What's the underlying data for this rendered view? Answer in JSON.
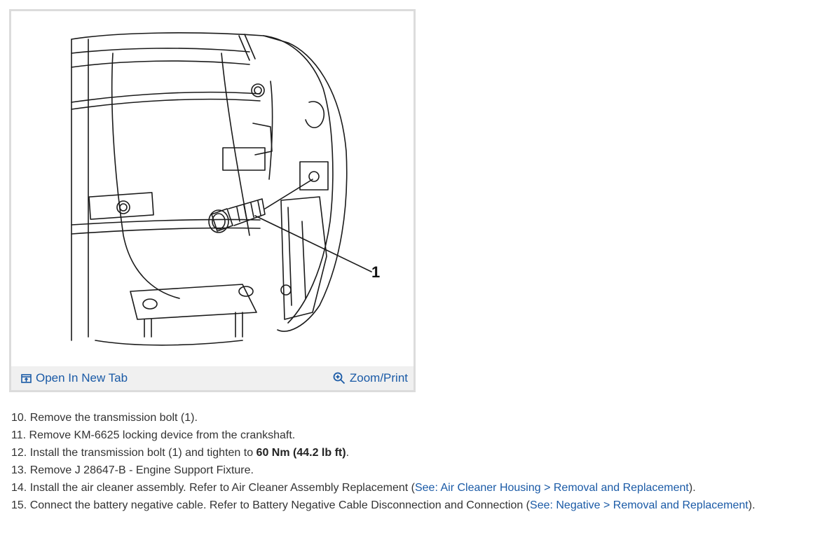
{
  "figure": {
    "callout_label": "1",
    "open_tab_label": "Open In New Tab",
    "zoom_label": "Zoom/Print",
    "icons": {
      "open_tab": "open-new-tab-icon",
      "zoom": "zoom-in-icon"
    },
    "accent_color": "#1a5aa6",
    "bar_color": "#f0f0f0"
  },
  "steps": [
    {
      "num": "10.",
      "text": "Remove the transmission bolt (1)."
    },
    {
      "num": "11.",
      "text": "Remove KM-6625 locking device from the crankshaft."
    },
    {
      "num": "12.",
      "text": "Install the transmission bolt (1) and tighten to ",
      "bold": "60 Nm (44.2 lb ft)",
      "after": "."
    },
    {
      "num": "13.",
      "text": "Remove J 28647-B - Engine Support Fixture."
    },
    {
      "num": "14.",
      "text": "Install the air cleaner assembly. Refer to Air Cleaner Assembly Replacement (",
      "link": "See: Air Cleaner Housing > Removal and Replacement",
      "after": ")."
    },
    {
      "num": "15.",
      "text": "Connect the battery negative cable. Refer to Battery Negative Cable Disconnection and Connection (",
      "link": "See: Negative > Removal and Replacement",
      "after": ")."
    }
  ]
}
